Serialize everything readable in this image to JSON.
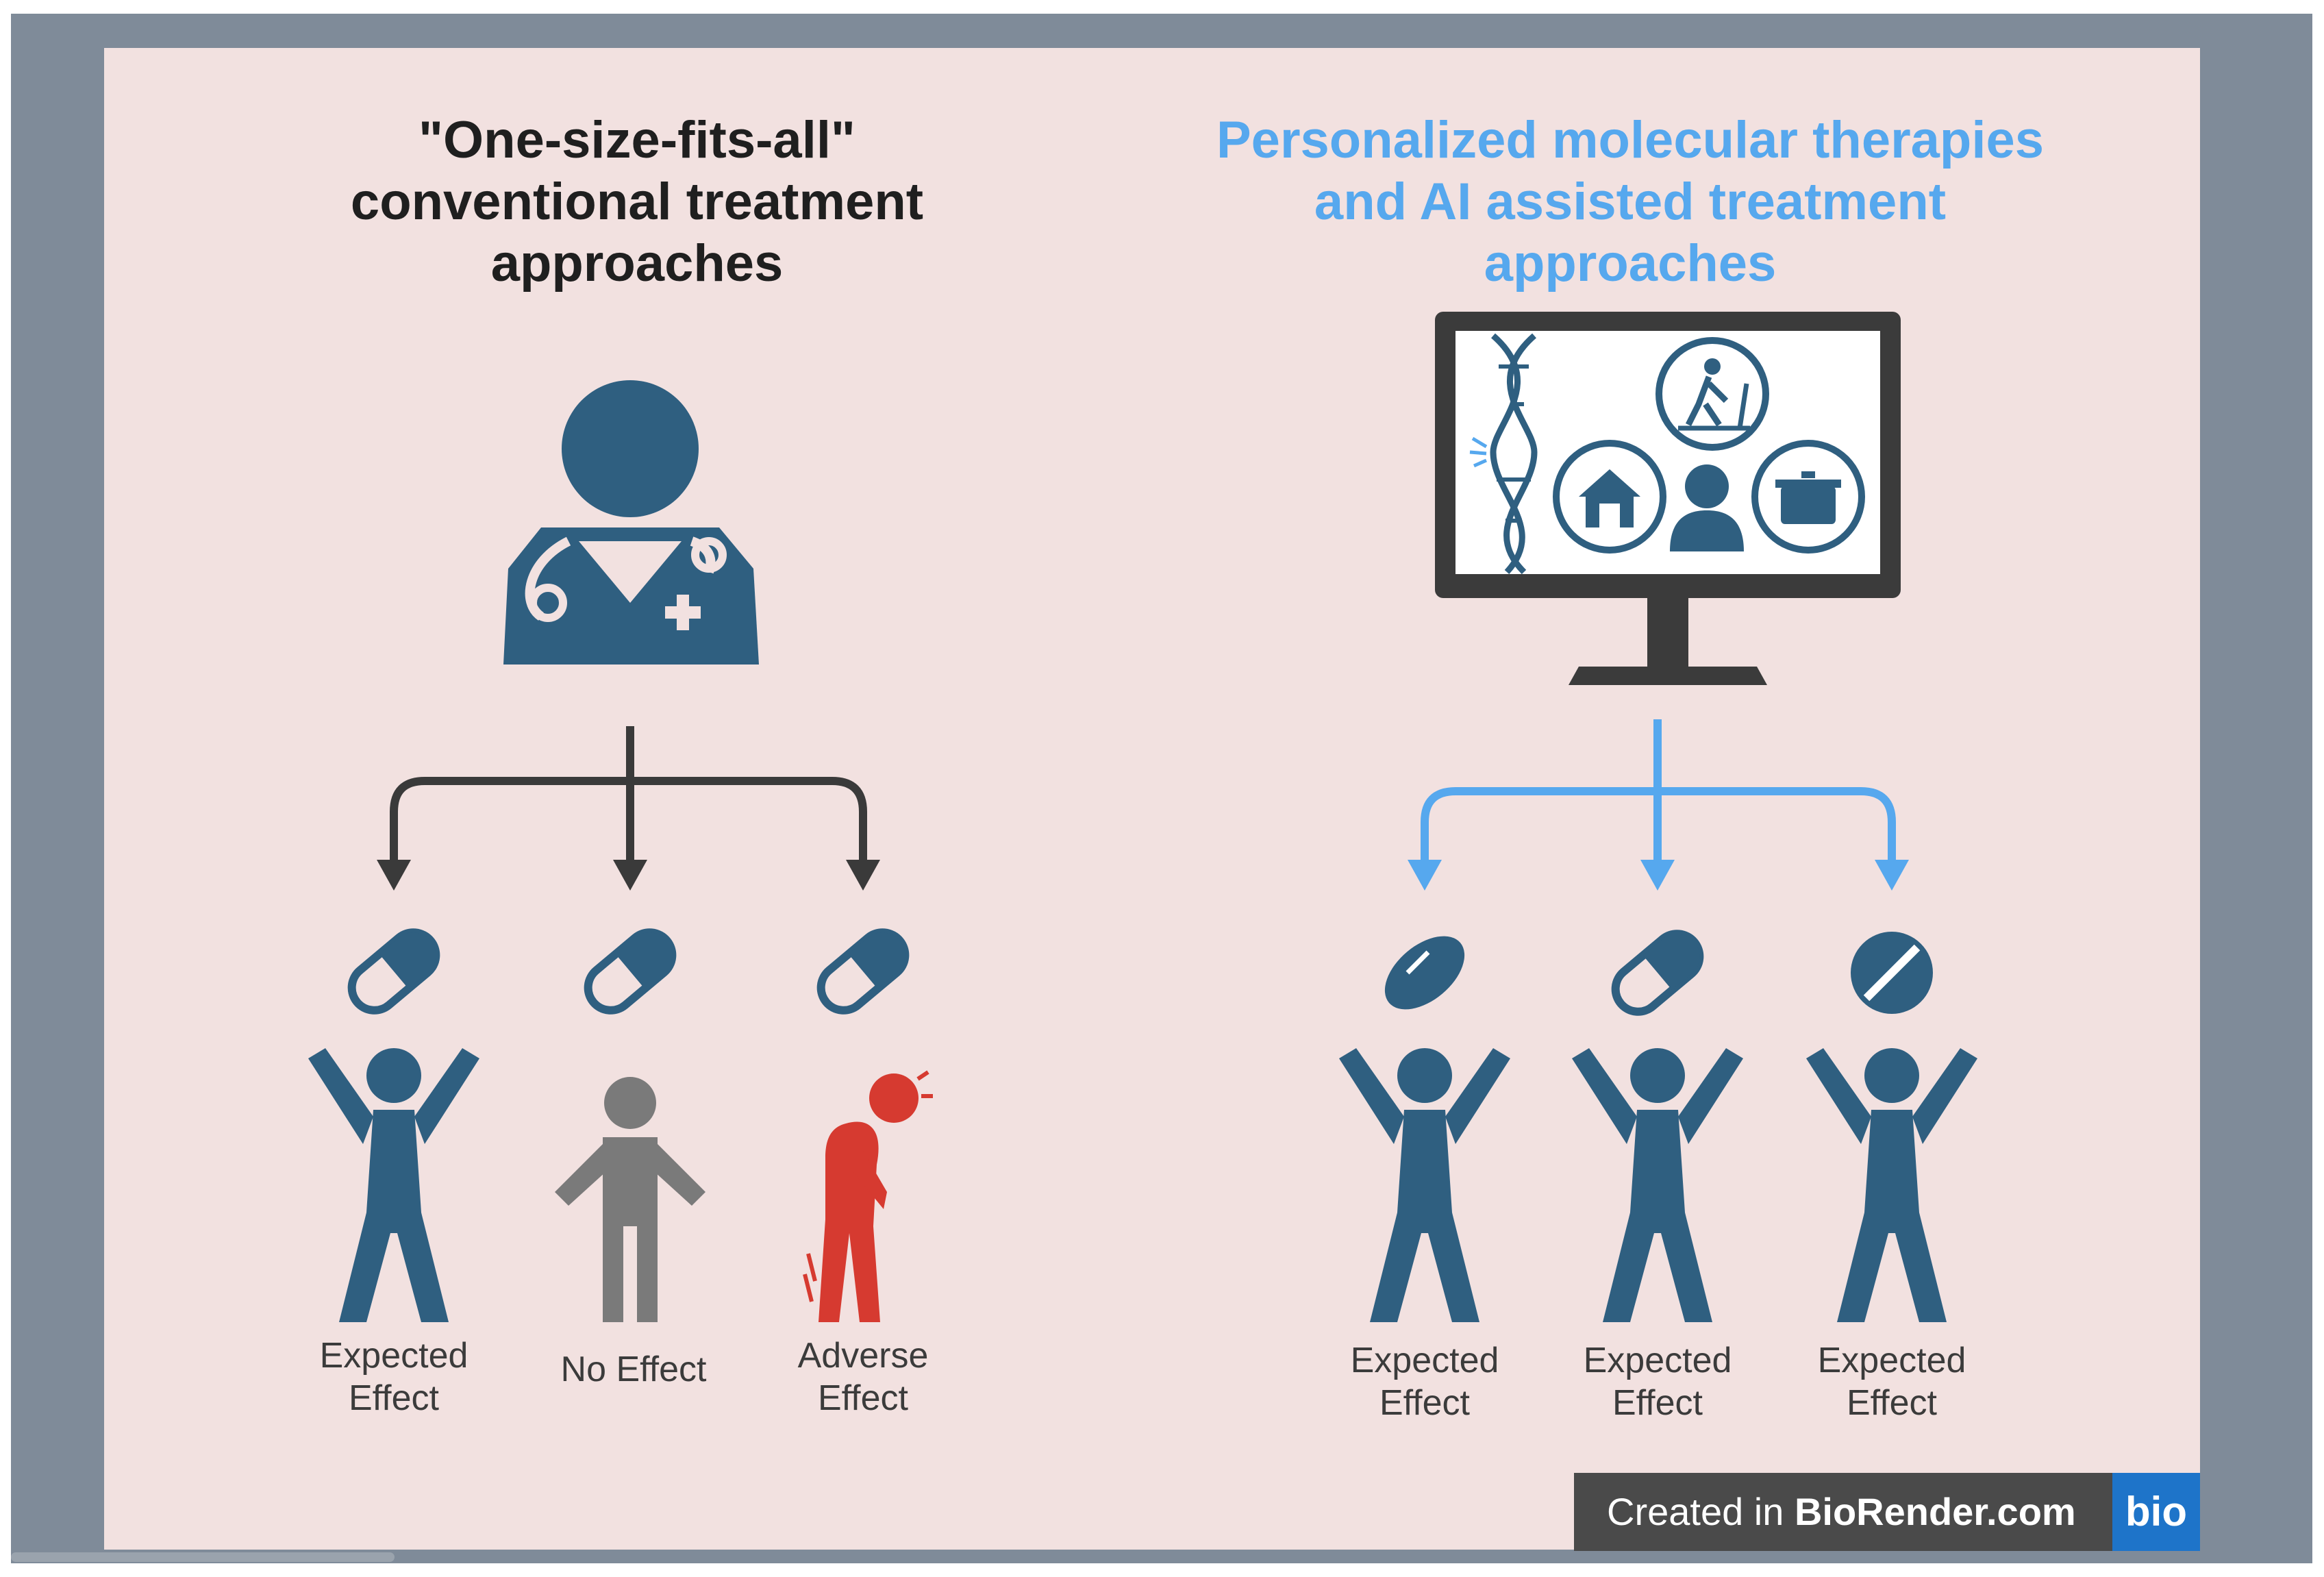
{
  "left": {
    "title_lines": [
      "\"One-size-fits-all\"",
      "conventional treatment",
      "approaches"
    ],
    "outcomes": [
      {
        "line1": "Expected",
        "line2": "Effect"
      },
      {
        "line1": "No Effect",
        "line2": ""
      },
      {
        "line1": "Adverse",
        "line2": "Effect"
      }
    ]
  },
  "right": {
    "title_lines": [
      "Personalized molecular therapies",
      "and AI assisted treatment",
      "approaches"
    ],
    "outcomes": [
      {
        "line1": "Expected",
        "line2": "Effect"
      },
      {
        "line1": "Expected",
        "line2": "Effect"
      },
      {
        "line1": "Expected",
        "line2": "Effect"
      }
    ]
  },
  "badge": {
    "prefix": "Created in ",
    "brand": "BioRender.com",
    "logo": "bio"
  },
  "colors": {
    "frame": "#7f8b99",
    "panel": "#f2e1e0",
    "icon_blue": "#2f5f80",
    "gray_person": "#7a7a7a",
    "adverse_red": "#d63a30",
    "accent_blue": "#56a8ee",
    "dark_arrow": "#3a3a3a"
  }
}
